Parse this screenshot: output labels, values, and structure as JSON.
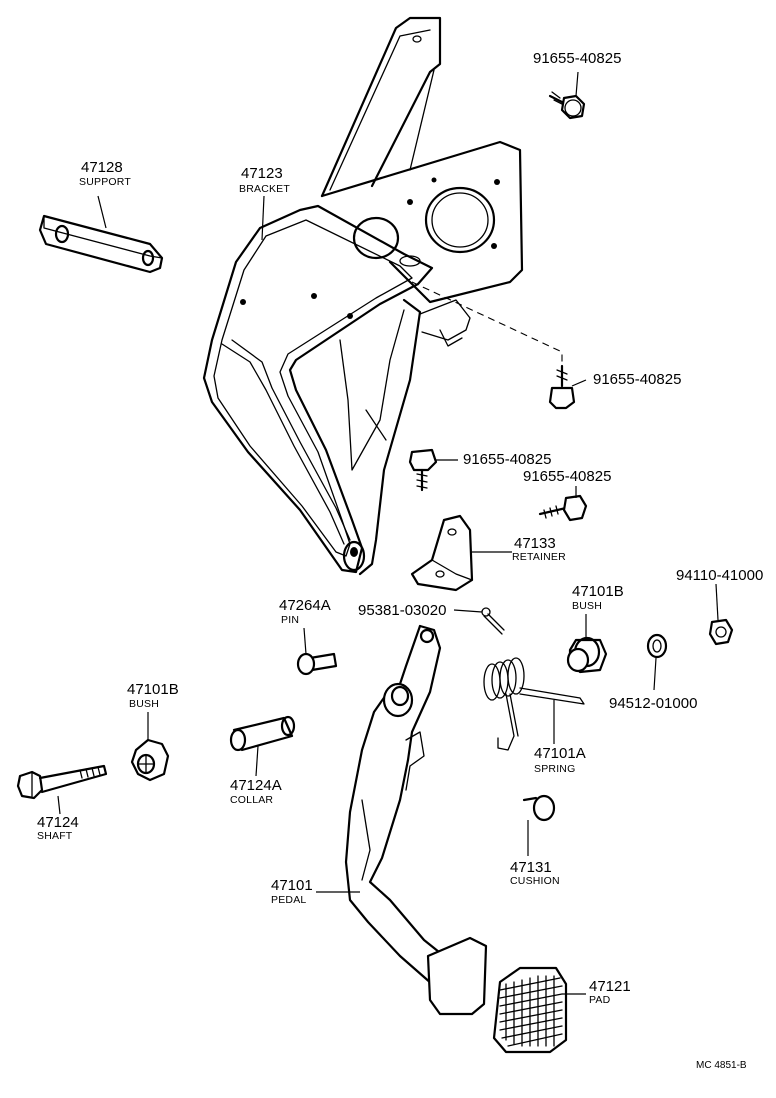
{
  "diagram_code": "MC 4851-B",
  "parts": [
    {
      "id": "p_47128",
      "number": "47128",
      "name": "SUPPORT"
    },
    {
      "id": "p_47123",
      "number": "47123",
      "name": "BRACKET"
    },
    {
      "id": "p_91655_a",
      "number": "91655-40825",
      "name": ""
    },
    {
      "id": "p_91655_b",
      "number": "91655-40825",
      "name": ""
    },
    {
      "id": "p_91655_c",
      "number": "91655-40825",
      "name": ""
    },
    {
      "id": "p_91655_d",
      "number": "91655-40825",
      "name": ""
    },
    {
      "id": "p_47133",
      "number": "47133",
      "name": "RETAINER"
    },
    {
      "id": "p_95381",
      "number": "95381-03020",
      "name": ""
    },
    {
      "id": "p_47101b_r",
      "number": "47101B",
      "name": "BUSH"
    },
    {
      "id": "p_94110",
      "number": "94110-41000",
      "name": ""
    },
    {
      "id": "p_47264a",
      "number": "47264A",
      "name": "PIN"
    },
    {
      "id": "p_94512",
      "number": "94512-01000",
      "name": ""
    },
    {
      "id": "p_47101a",
      "number": "47101A",
      "name": "SPRING"
    },
    {
      "id": "p_47101b_l",
      "number": "47101B",
      "name": "BUSH"
    },
    {
      "id": "p_47124a",
      "number": "47124A",
      "name": "COLLAR"
    },
    {
      "id": "p_47124",
      "number": "47124",
      "name": "SHAFT"
    },
    {
      "id": "p_47131",
      "number": "47131",
      "name": "CUSHION"
    },
    {
      "id": "p_47101",
      "number": "47101",
      "name": "PEDAL"
    },
    {
      "id": "p_47121",
      "number": "47121",
      "name": "PAD"
    }
  ]
}
